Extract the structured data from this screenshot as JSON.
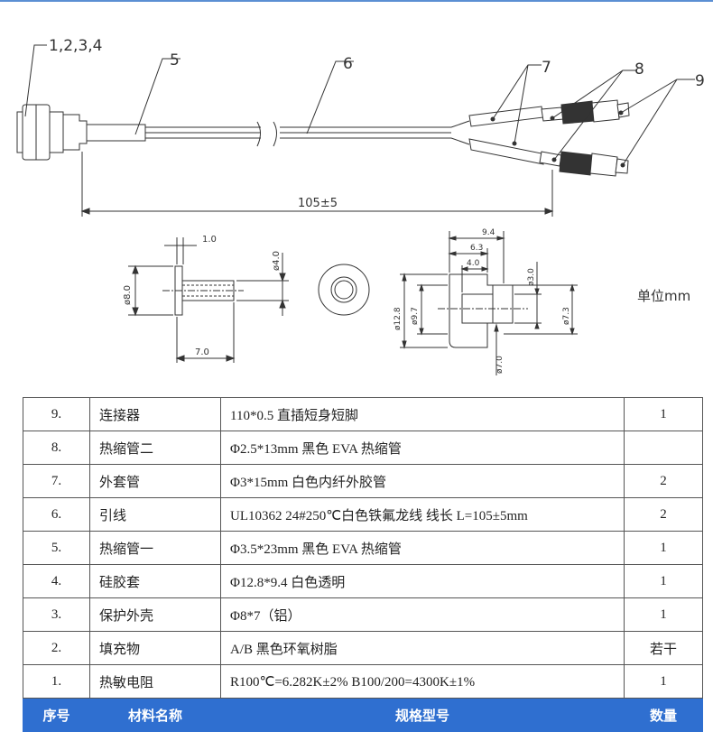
{
  "drawing": {
    "callouts": [
      "1,2,3,4",
      "5",
      "6",
      "7",
      "8",
      "9"
    ],
    "length_dim": "105±5",
    "part_a": {
      "dim_width": "1.0",
      "dim_od": "ø8.0",
      "dim_id": "ø4.0",
      "dim_length": "7.0"
    },
    "part_c": {
      "dim_9_4": "9.4",
      "dim_6_3": "6.3",
      "dim_4_0": "4.0",
      "dim_phi_12_8": "ø12.8",
      "dim_phi_9_7": "ø9.7",
      "dim_phi_3_0": "ø3.0",
      "dim_phi_7_3": "ø7.3",
      "dim_phi_7_0": "ø7.0"
    },
    "unit_label": "单位mm"
  },
  "bom": {
    "header": {
      "no": "序号",
      "name": "材料名称",
      "spec": "规格型号",
      "qty": "数量"
    },
    "rows": [
      {
        "no": "9.",
        "name": "连接器",
        "spec": "110*0.5 直插短身短脚",
        "qty": "1"
      },
      {
        "no": "8.",
        "name": "热缩管二",
        "spec": "Φ2.5*13mm 黑色 EVA 热缩管",
        "qty": ""
      },
      {
        "no": "7.",
        "name": "外套管",
        "spec": "Φ3*15mm 白色内纤外胶管",
        "qty": "2"
      },
      {
        "no": "6.",
        "name": "引线",
        "spec": "UL10362 24#250℃白色铁氟龙线 线长 L=105±5mm",
        "qty": "2"
      },
      {
        "no": "5.",
        "name": "热缩管一",
        "spec": "Φ3.5*23mm 黑色 EVA 热缩管",
        "qty": "1"
      },
      {
        "no": "4.",
        "name": "硅胶套",
        "spec": "Φ12.8*9.4 白色透明",
        "qty": "1"
      },
      {
        "no": "3.",
        "name": "保护外壳",
        "spec": "Φ8*7（铝）",
        "qty": "1"
      },
      {
        "no": "2.",
        "name": "填充物",
        "spec": "A/B 黑色环氧树脂",
        "qty": "若干"
      },
      {
        "no": "1.",
        "name": "热敏电阻",
        "spec": "R100℃=6.282K±2%    B100/200=4300K±1%",
        "qty": "1"
      }
    ]
  },
  "colors": {
    "header_bg": "#2f6fd0",
    "top_rule": "#5b8fd3"
  }
}
